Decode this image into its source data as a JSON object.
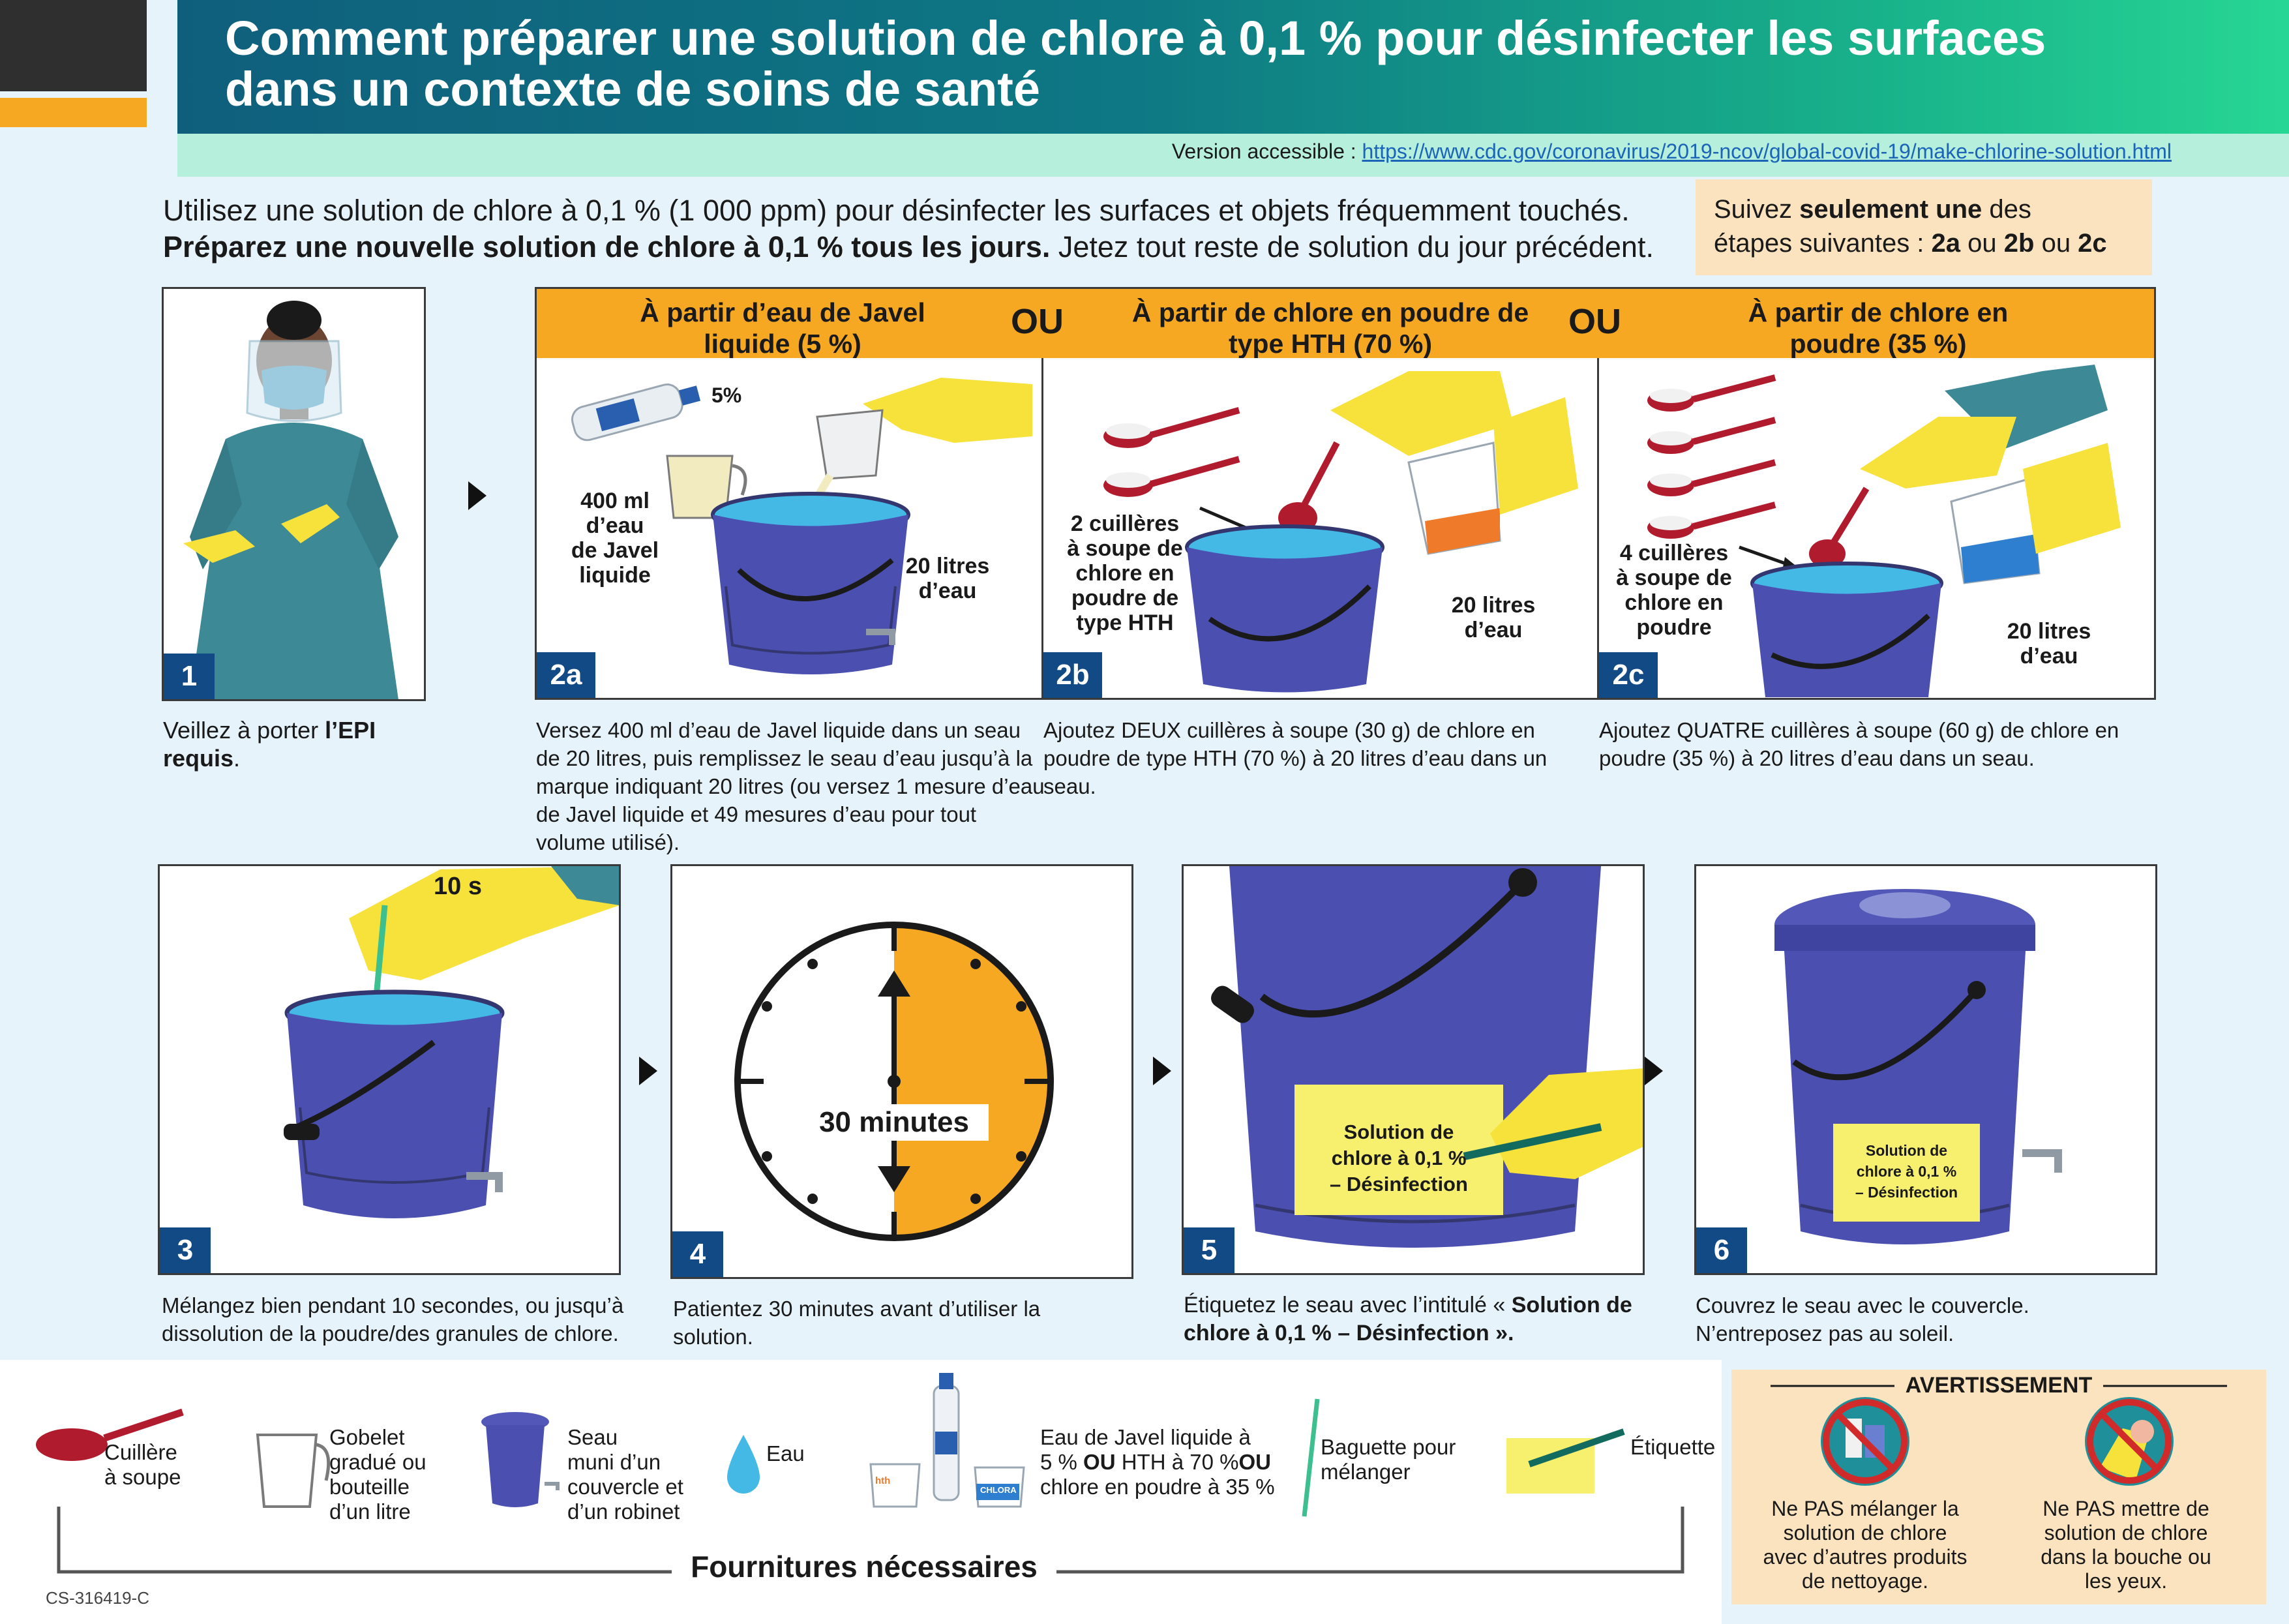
{
  "header": {
    "title_line1": "Comment préparer une solution de chlore à 0,1 % pour désinfecter les surfaces",
    "title_line2": "dans un contexte de soins de santé",
    "accessible_label": "Version accessible : ",
    "accessible_url": "https://www.cdc.gov/coronavirus/2019-ncov/global-covid-19/make-chlorine-solution.html"
  },
  "intro": {
    "line1": "Utilisez une solution de chlore à 0,1 % (1 000 ppm) pour désinfecter les surfaces et objets fréquemment touchés.",
    "line2_bold": "Préparez une nouvelle solution de chlore à 0,1 % tous les jours.",
    "line2_rest": " Jetez tout reste de solution du jour précédent."
  },
  "choose": {
    "pre": "Suivez ",
    "bold": "seulement une",
    "post": " des",
    "line2_pre": "étapes suivantes : ",
    "a": "2a",
    "or1": " ou ",
    "b": "2b",
    "or2": " ou ",
    "c": "2c"
  },
  "step1": {
    "num": "1",
    "caption_pre": "Veillez à porter ",
    "caption_bold": "l’EPI requis",
    "caption_post": "."
  },
  "options": {
    "a_header_l1": "À partir d’eau de Javel",
    "a_header_l2": "liquide (5 %)",
    "b_header_l1": "À partir de chlore en poudre de",
    "b_header_l2": "type HTH (70 %)",
    "c_header_l1": "À partir de chlore en",
    "c_header_l2": "poudre (35 %)",
    "ou": "OU"
  },
  "step2a": {
    "num": "2a",
    "pct": "5%",
    "label_l1": "400 ml d’eau",
    "label_l2": "de Javel",
    "label_l3": "liquide",
    "water_l1": "20 litres",
    "water_l2": "d’eau",
    "caption": "Versez 400 ml d’eau de Javel liquide dans un seau de 20 litres, puis remplissez le seau d’eau jusqu’à la marque indiquant 20 litres (ou versez 1 mesure d’eau de Javel liquide et 49 mesures d’eau pour tout volume utilisé)."
  },
  "step2b": {
    "num": "2b",
    "label_l1": "2 cuillères",
    "label_l2": "à soupe de",
    "label_l3": "chlore en",
    "label_l4": "poudre de",
    "label_l5": "type HTH",
    "water_l1": "20 litres",
    "water_l2": "d’eau",
    "caption": "Ajoutez DEUX cuillères à soupe (30 g) de chlore en poudre de type HTH (70 %) à 20 litres d’eau dans un seau."
  },
  "step2c": {
    "num": "2c",
    "label_l1": "4 cuillères",
    "label_l2": "à soupe de",
    "label_l3": "chlore en",
    "label_l4": "poudre",
    "water_l1": "20 litres",
    "water_l2": "d’eau",
    "caption": "Ajoutez QUATRE cuillères à soupe (60 g) de chlore en poudre (35 %) à 20 litres d’eau dans un seau."
  },
  "step3": {
    "num": "3",
    "timer": "10 s",
    "caption": "Mélangez bien pendant 10 secondes, ou jusqu’à dissolution de la poudre/des granules de chlore."
  },
  "step4": {
    "num": "4",
    "clock_label": "30 minutes",
    "caption": "Patientez 30 minutes avant d’utiliser la solution."
  },
  "step5": {
    "num": "5",
    "label_l1": "Solution de",
    "label_l2": "chlore à 0,1 %",
    "label_l3": "– Désinfection",
    "caption_pre": "Étiquetez le seau avec l’intitulé « ",
    "caption_bold": "Solution de chlore à 0,1 % – Désinfection",
    "caption_post": " »."
  },
  "step6": {
    "num": "6",
    "label_l1": "Solution de",
    "label_l2": "chlore à 0,1 %",
    "label_l3": "– Désinfection",
    "caption_l1": "Couvrez le seau avec le couvercle.",
    "caption_l2": "N’entreposez pas au soleil."
  },
  "supplies": {
    "title": "Fournitures nécessaires",
    "spoon_l1": "Cuillère",
    "spoon_l2": "à soupe",
    "cup_l1": "Gobelet",
    "cup_l2": "gradué ou",
    "cup_l3": "bouteille",
    "cup_l4": "d’un litre",
    "bucket_l1": "Seau",
    "bucket_l2": "muni d’un",
    "bucket_l3": "couvercle et",
    "bucket_l4": "d’un robinet",
    "water": "Eau",
    "bleach_l1": "Eau de Javel liquide à",
    "bleach_l2_a": "5 % ",
    "bleach_l2_ou1": "OU",
    "bleach_l2_b": " HTH à 70 %",
    "bleach_l2_ou2": "OU",
    "bleach_l3": "chlore en poudre à 35 %",
    "stick_l1": "Baguette pour",
    "stick_l2": "mélanger",
    "label": "Étiquette",
    "brand_hth": "hth",
    "brand_chlora": "CHLORA"
  },
  "warning": {
    "title": "AVERTISSEMENT",
    "w1_l1": "Ne PAS mélanger la",
    "w1_l2": "solution de chlore",
    "w1_l3": "avec d’autres produits",
    "w1_l4": "de nettoyage.",
    "w2_l1": "Ne PAS mettre de",
    "w2_l2": "solution de chlore",
    "w2_l3": "dans la bouche ou",
    "w2_l4": "les yeux."
  },
  "footer": {
    "code": "CS-316419-C"
  },
  "colors": {
    "navy": "#124a86",
    "orange": "#f7a823",
    "bucket": "#4a4fb0",
    "water": "#45b9e6",
    "glove": "#f6e23a",
    "spoon": "#b01c2e"
  }
}
